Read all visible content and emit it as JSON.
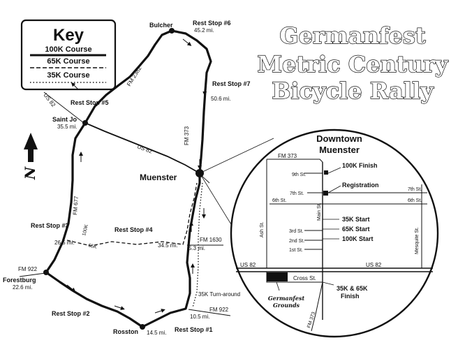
{
  "colors": {
    "ink": "#111111",
    "paper": "#ffffff"
  },
  "title": {
    "line1": "Germanfest",
    "line2": "Metric Century",
    "line3": "Bicycle Rally"
  },
  "key": {
    "title": "Key",
    "items": [
      {
        "label": "100K Course",
        "style": "solid"
      },
      {
        "label": "65K Course",
        "style": "dashed"
      },
      {
        "label": "35K Course",
        "style": "dotted"
      }
    ]
  },
  "compass": {
    "label": "N",
    "icon": "north-arrow-icon"
  },
  "towns": {
    "bulcher": "Bulcher",
    "saint_jo": "Saint Jo",
    "muenster": "Muenster",
    "forestburg": "Forestburg",
    "rosston": "Rosston"
  },
  "rest_stops": {
    "rs1": {
      "label": "Rest Stop #1",
      "mileage": "10.5 mi."
    },
    "rs2": {
      "label": "Rest Stop #2",
      "mileage": "14.5 mi."
    },
    "rs3": {
      "label": "Rest Stop #3",
      "mileage": "26.5 mi."
    },
    "rs4": {
      "label": "Rest Stop #4",
      "mileage": "34.5 mi."
    },
    "rs5": {
      "label": "Rest Stop #5",
      "mileage": "35.5 mi."
    },
    "rs6": {
      "label": "Rest Stop #6",
      "mileage": "45.2 mi."
    },
    "rs7": {
      "label": "Rest Stop #7",
      "mileage": "50.6 mi."
    }
  },
  "other_mileage": {
    "forestburg": "22.6 mi.",
    "fm1630": "5.3 mi."
  },
  "roads": {
    "us82_nw": "US 82",
    "us82_mid": "US 82",
    "fm2382": "FM 2382",
    "fm373": "FM 373",
    "fm677": "FM 677",
    "fm1630": "FM 1630",
    "fm922_w": "FM 922",
    "fm922_e": "FM 922"
  },
  "course_labels": {
    "c100k": "100K",
    "c65k": "65K",
    "turnaround": "35K Turn-around"
  },
  "downtown": {
    "title_line1": "Downtown",
    "title_line2": "Muenster",
    "streets": {
      "fm373_top": "FM 373",
      "ninth": "9th St.",
      "seventh_w": "7th St.",
      "seventh_e": "7th St.",
      "sixth_w": "6th St.",
      "sixth_e": "6th St.",
      "third": "3rd St.",
      "second": "2nd St.",
      "first": "1st St.",
      "ash": "Ash St.",
      "main": "Main St.",
      "mesquite": "Mesquite St.",
      "us82_w": "US 82",
      "us82_e": "US 82",
      "cross": "Cross St.",
      "fm373_bottom": "FM 373"
    },
    "markers": {
      "finish100": "100K Finish",
      "registration": "Registration",
      "start35": "35K Start",
      "start65": "65K Start",
      "start100": "100K Start",
      "finish3565_line1": "35K & 65K",
      "finish3565_line2": "Finish",
      "grounds_line1": "Germanfest",
      "grounds_line2": "Grounds"
    }
  }
}
